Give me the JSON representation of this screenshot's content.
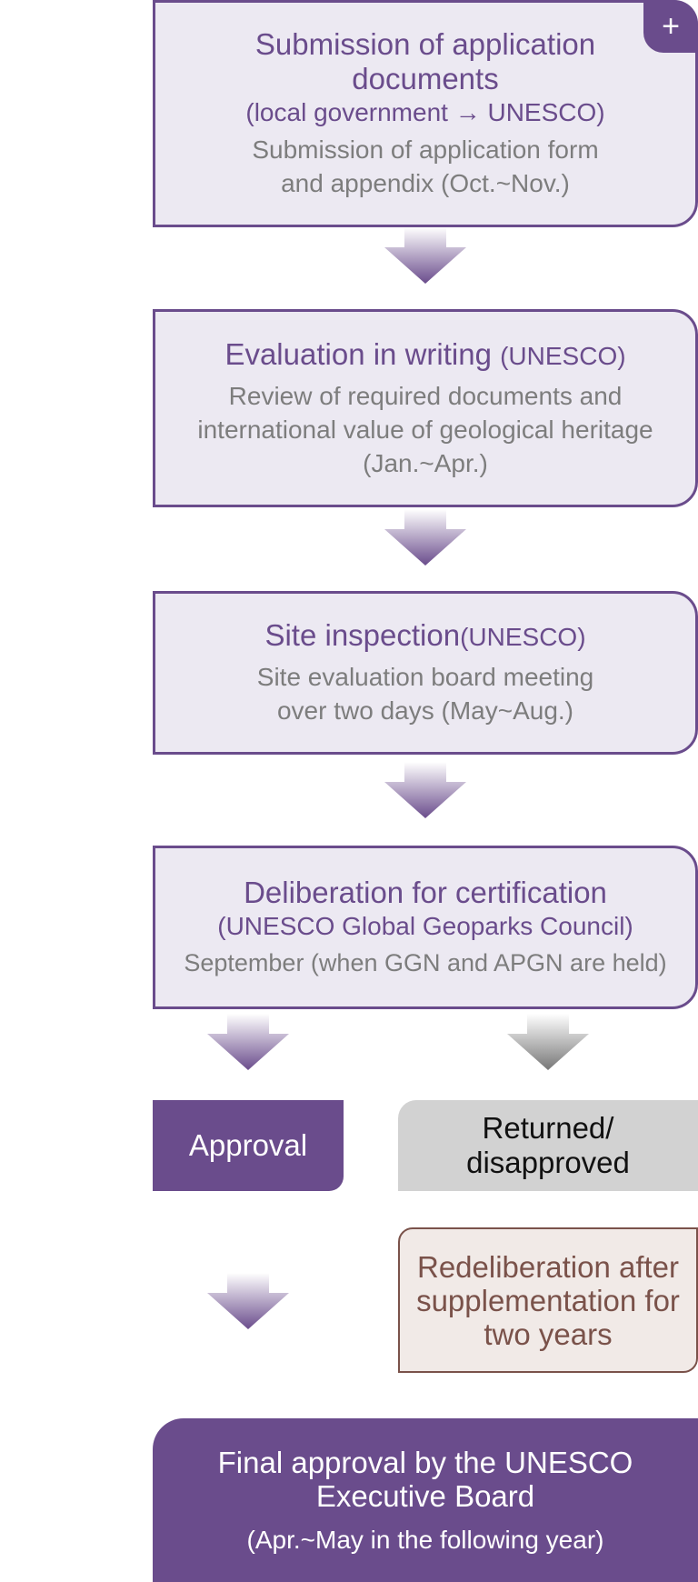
{
  "steps": [
    {
      "title": "Submission of application documents",
      "sub": "(local government → UNESCO)",
      "desc_line1": "Submission of application form",
      "desc_line2": "and appendix (Oct.~Nov.)",
      "expand_symbol": "+"
    },
    {
      "title": "Evaluation in writing",
      "title_suffix": "(UNESCO)",
      "desc_line1": "Review of required documents and",
      "desc_line2": "international value of geological heritage",
      "desc_line3": "(Jan.~Apr.)"
    },
    {
      "title": "Site inspection",
      "title_suffix": "(UNESCO)",
      "desc_line1": "Site evaluation board meeting",
      "desc_line2": "over two days (May~Aug.)"
    },
    {
      "title": "Deliberation for certification",
      "sub": "(UNESCO Global Geoparks Council)",
      "desc_line1": "September (when GGN and APGN are held)"
    }
  ],
  "outcomes": {
    "approval": "Approval",
    "returned_line1": "Returned/",
    "returned_line2": "disapproved",
    "redeliberation_line1": "Redeliberation after",
    "redeliberation_line2": "supplementation for",
    "redeliberation_line3": "two years"
  },
  "final": {
    "title_line1": "Final approval by the UNESCO",
    "title_line2": "Executive Board",
    "sub": "(Apr.~May in the following year)"
  },
  "colors": {
    "primary": "#6a4c8c",
    "box_bg": "#ece9f2",
    "grey": "#d2d2d2",
    "redelib_bg": "#f1eae7",
    "redelib_border": "#7a524a"
  }
}
